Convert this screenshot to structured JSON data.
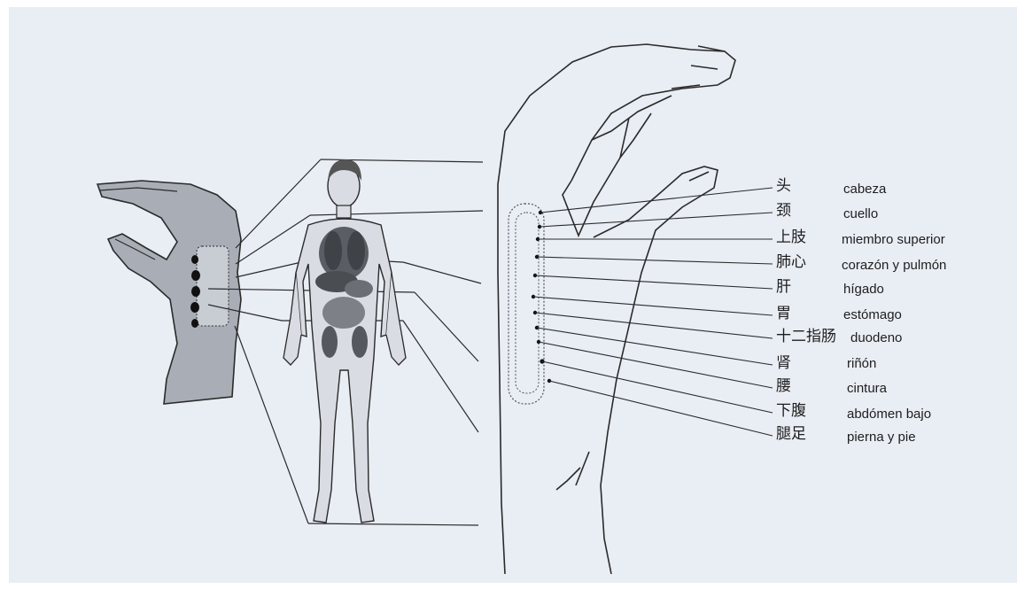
{
  "colors": {
    "paper": "#e9edf4",
    "ink": "#2a2a2a",
    "shade": "#a9aeb6",
    "organ": "#5a5d63"
  },
  "labels": [
    {
      "zh": "头",
      "es": "cabeza"
    },
    {
      "zh": "颈",
      "es": "cuello"
    },
    {
      "zh": "上肢",
      "es": "miembro superior"
    },
    {
      "zh": "肺心",
      "es": "corazón y pulmón"
    },
    {
      "zh": "肝",
      "es": "hígado"
    },
    {
      "zh": "胃",
      "es": "estómago"
    },
    {
      "zh": "十二指肠",
      "es": "duodeno"
    },
    {
      "zh": "肾",
      "es": "riñón"
    },
    {
      "zh": "腰",
      "es": "cintura"
    },
    {
      "zh": "下腹",
      "es": "abdómen bajo"
    },
    {
      "zh": "腿足",
      "es": "pierna y pie"
    }
  ],
  "icons": {
    "small_hand": "hand-icon",
    "body": "human-body-icon",
    "large_hand": "hand-outline-icon"
  }
}
